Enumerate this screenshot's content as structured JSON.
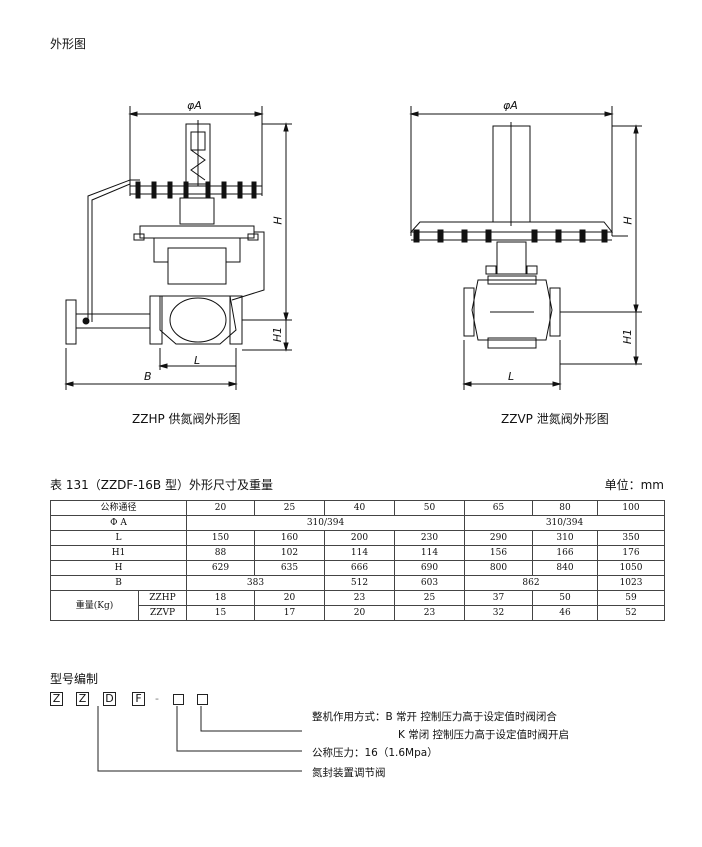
{
  "page": {
    "title": "外形图",
    "drawing_left_caption": "ZZHP 供氮阀外形图",
    "drawing_right_caption": "ZZVP 泄氮阀外形图",
    "dim_labels": {
      "phiA": "φA",
      "H": "H",
      "H1": "H1",
      "B": "B",
      "L": "L"
    }
  },
  "table": {
    "title": "表 131（ZZDF-16B 型）外形尺寸及重量",
    "unit": "单位：mm",
    "dn_label": "公称通径",
    "dn": [
      "20",
      "25",
      "40",
      "50",
      "65",
      "80",
      "100"
    ],
    "phiA_label": "Φ A",
    "phiA_group1": "310/394",
    "phiA_group2": "310/394",
    "L_label": "L",
    "L": [
      "150",
      "160",
      "200",
      "230",
      "290",
      "310",
      "350"
    ],
    "H1_label": "H1",
    "H1": [
      "88",
      "102",
      "114",
      "114",
      "156",
      "166",
      "176"
    ],
    "H_label": "H",
    "H": [
      "629",
      "635",
      "666",
      "690",
      "800",
      "840",
      "1050"
    ],
    "B_label": "B",
    "B_a": "383",
    "B_b": "512",
    "B_c": "603",
    "B_d": "862",
    "B_e": "1023",
    "weight_label": "重量(Kg)",
    "zzhp_label": "ZZHP",
    "zzhp": [
      "18",
      "20",
      "23",
      "25",
      "37",
      "50",
      "59"
    ],
    "zzvp_label": "ZZVP",
    "zzvp": [
      "15",
      "17",
      "20",
      "23",
      "32",
      "46",
      "52"
    ]
  },
  "model": {
    "title": "型号编制",
    "letters": [
      "Z",
      "Z",
      "D",
      "F"
    ],
    "dash": "-",
    "line1": "整机作用方式：B 常开 控制压力高于设定值时阀闭合",
    "line2": "K 常闭 控制压力高于设定值时阀开启",
    "line3": "公称压力：16（1.6Mpa）",
    "line4": "氮封装置调节阀"
  }
}
